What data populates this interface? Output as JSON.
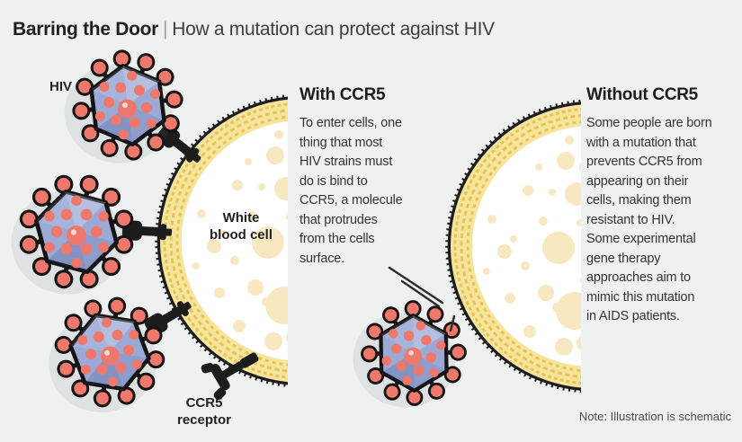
{
  "header": {
    "title_bold": "Barring the Door",
    "separator": "|",
    "title_rest": "How a mutation can protect against HIV"
  },
  "labels": {
    "hiv": "HIV",
    "white_blood_cell": "White\nblood cell",
    "ccr5_receptor": "CCR5\nreceptor"
  },
  "panels": {
    "with_ccr5": {
      "heading": "With CCR5",
      "body": "To enter cells, one\nthing that most\nHIV strains must\ndo is bind to\nCCR5, a molecule\nthat protrudes\nfrom the cells\nsurface."
    },
    "without_ccr5": {
      "heading": "Without CCR5",
      "body": "Some people are born\nwith a mutation that\nprevents CCR5 from\nappearing on their\ncells, making them\nresistant to HIV.\nSome experimental\ngene therapy\napproaches aim to\nmimic this mutation\nin AIDS patients."
    }
  },
  "note": "Note: Illustration is schematic",
  "colors": {
    "bg": "#eff1f0",
    "ink": "#1c1c1c",
    "virus-body": "#9aa9d6",
    "virus-spot": "#ed786b",
    "membrane-band": "#f7e49c",
    "membrane-squiggle": "#e4c453",
    "cell-fill": "#ffffff",
    "cell-dot": "#f7e8c2"
  }
}
